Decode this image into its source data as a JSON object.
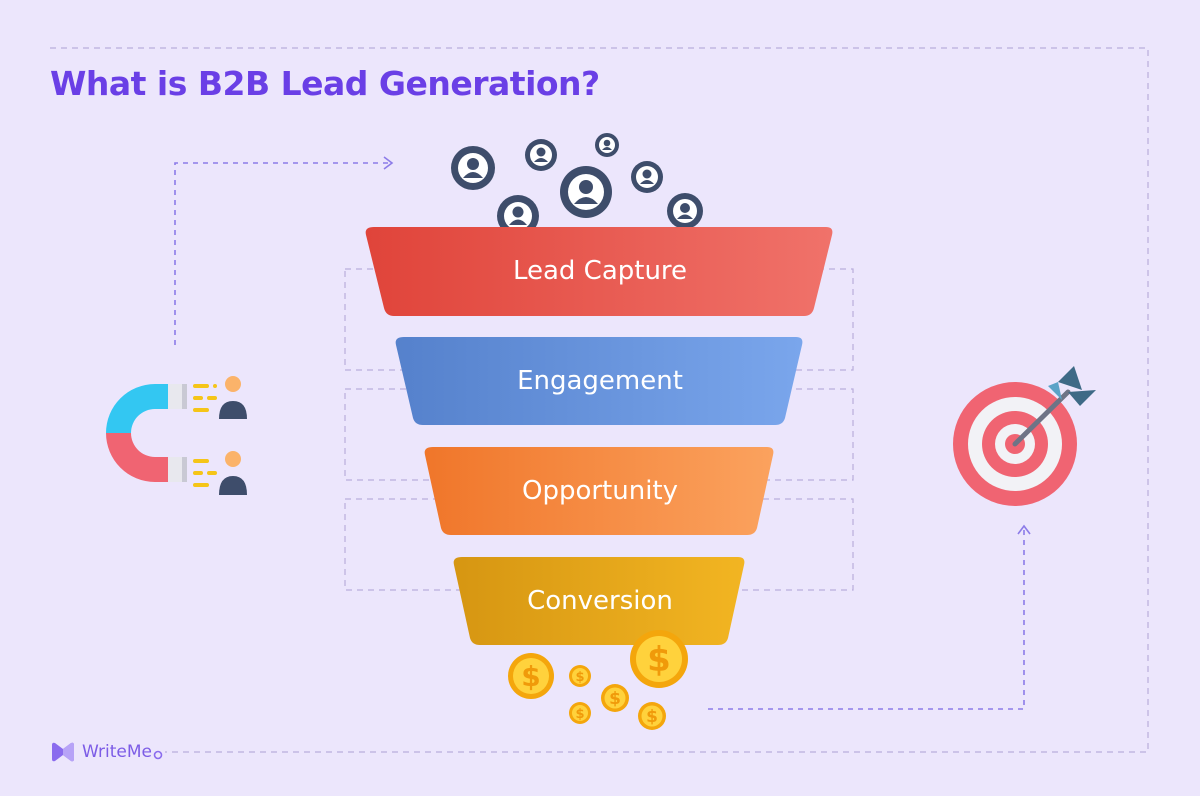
{
  "title": "What is B2B Lead Generation?",
  "stages": [
    {
      "label": "Lead Capture",
      "color_from": "#E0443A",
      "color_to": "#F0726A"
    },
    {
      "label": "Engagement",
      "color_from": "#5581CC",
      "color_to": "#7AA6EC"
    },
    {
      "label": "Opportunity",
      "color_from": "#F0762A",
      "color_to": "#FBA25E"
    },
    {
      "label": "Conversion",
      "color_from": "#D69612",
      "color_to": "#F2B522"
    }
  ],
  "icons": {
    "magnet": "magnet-icon",
    "target": "target-arrow-icon",
    "people": "user-avatar-icon",
    "coins": "dollar-coin-icon",
    "brand": "writeme-logo-icon"
  },
  "colors": {
    "background": "#ECE6FC",
    "title": "#6A3FE6",
    "dashed_line": "#8C7BE8",
    "panel_border": "#B9AEDC"
  },
  "brand": {
    "name": "WriteMe"
  }
}
